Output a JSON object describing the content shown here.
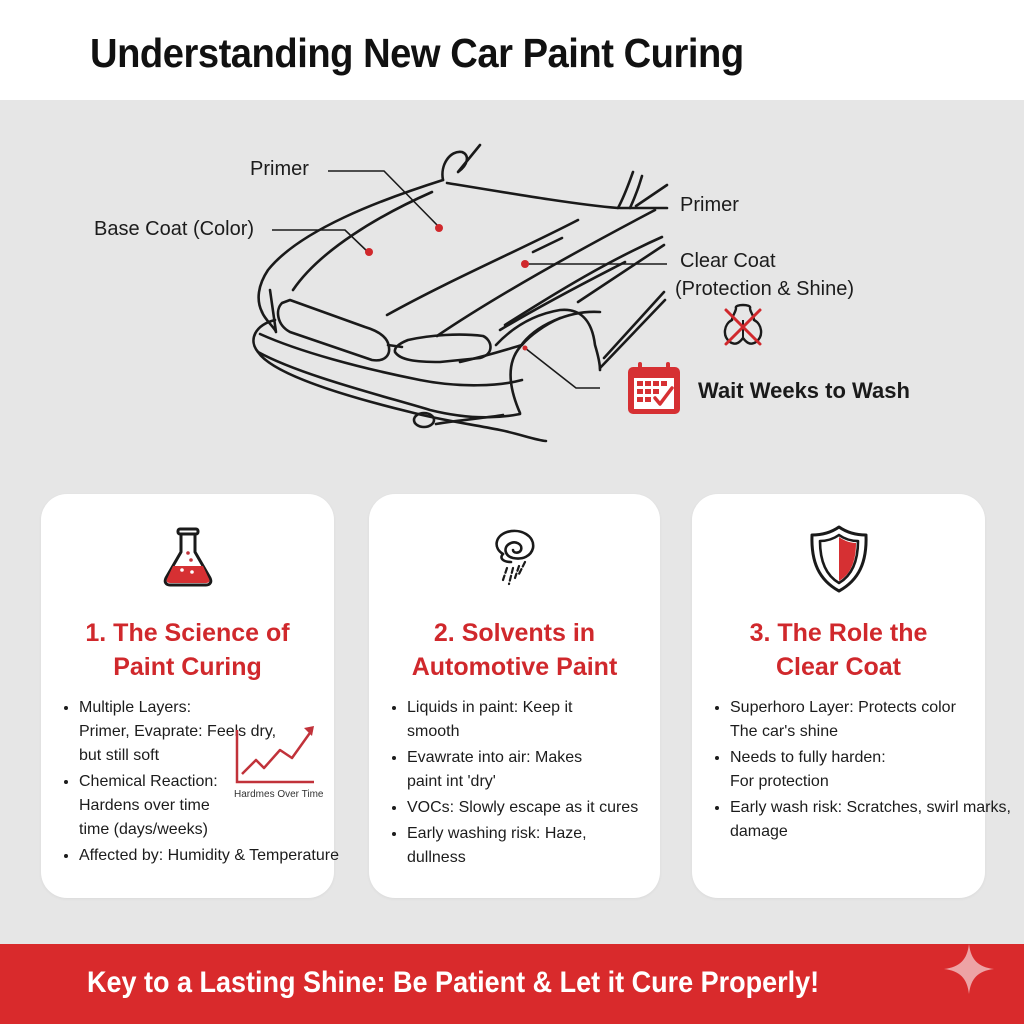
{
  "header": {
    "title": "Understanding New Car Paint Curing"
  },
  "diagram": {
    "labels": {
      "primer_left": "Primer",
      "base_coat": "Base Coat (Color)",
      "primer_right": "Primer",
      "clear_coat": "Clear Coat",
      "clear_coat_sub": "(Protection & Shine)",
      "wait": "Wait Weeks to Wash"
    },
    "icons": {
      "no_wash": "no-washing-icon",
      "calendar": "calendar-check-icon"
    },
    "accent_color": "#d0282c"
  },
  "cards": [
    {
      "icon": "flask-icon",
      "title_line1": "1. The Science of",
      "title_line2": "Paint Curing",
      "bullets": [
        [
          "Multiple Layers:",
          "Primer, Evaprate: Feels dry,",
          "but still soft"
        ],
        [
          "Chemical Reaction:",
          "Hardens over time",
          "time (days/weeks)"
        ],
        [
          "Affected by: Humidity & Temperature"
        ]
      ],
      "mini_chart_label": "Hardmes Over Time"
    },
    {
      "icon": "evaporation-swirl-icon",
      "title_line1": "2. Solvents in",
      "title_line2": "Automotive Paint",
      "bullets": [
        [
          "Liquids in paint: Keep it",
          "smooth"
        ],
        [
          "Evawrate into air: Makes",
          "paint int 'dry'"
        ],
        [
          "VOCs: Slowly escape as it cures"
        ],
        [
          "Early washing risk: Haze,",
          "dullness"
        ]
      ]
    },
    {
      "icon": "shield-icon",
      "title_line1": "3. The Role the",
      "title_line2": "Clear Coat",
      "bullets": [
        [
          "Superhoro Layer: Protects color",
          "The car's shine"
        ],
        [
          "Needs to fully harden:",
          "For protection"
        ],
        [
          "Early wash risk: Scratches, swirl marks,",
          "damage"
        ]
      ]
    }
  ],
  "footer": {
    "text": "Key to a Lasting Shine: Be Patient & Let it Cure Properly!"
  },
  "colors": {
    "accent": "#d0282c",
    "footer_bg": "#d92a2c",
    "background": "#e6e6e6",
    "card_bg": "#ffffff"
  }
}
